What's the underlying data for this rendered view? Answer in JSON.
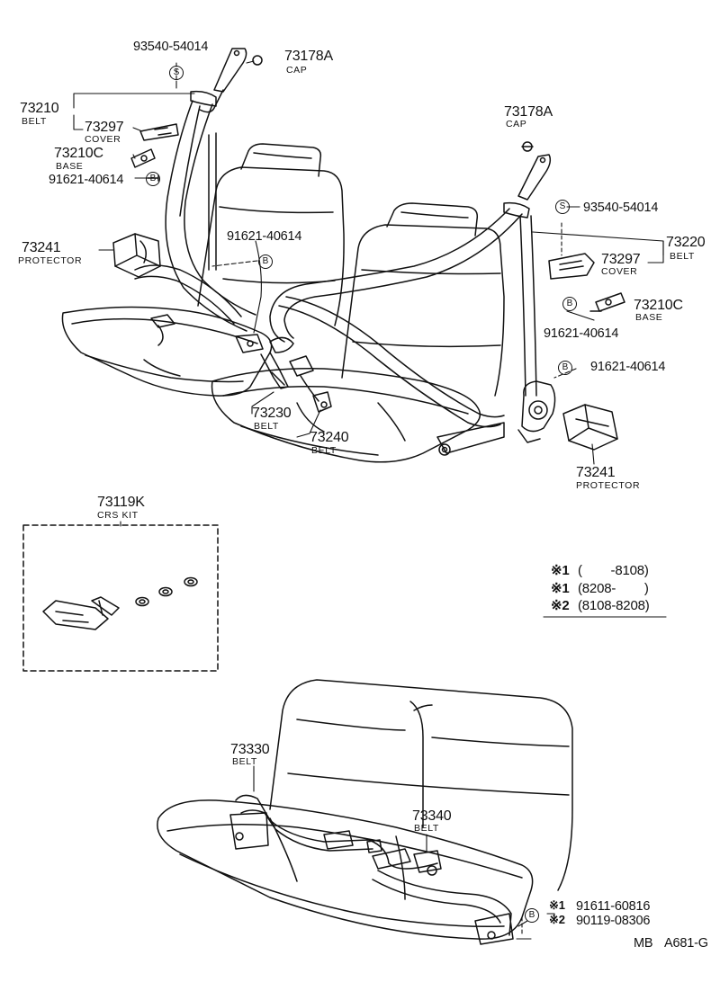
{
  "labels": {
    "p93540_top": "93540-54014",
    "p73178A_top": "73178A",
    "cap_top": "CAP",
    "p73210": "73210",
    "belt_73210": "BELT",
    "p73297_l": "73297",
    "cover_l": "COVER",
    "p73210C_l": "73210C",
    "base_l": "BASE",
    "p91621_l1": "91621-40614",
    "p91621_l2": "91621-40614",
    "p73241_l": "73241",
    "protector_l": "PROTECTOR",
    "p73178A_r": "73178A",
    "cap_r": "CAP",
    "p93540_r": "93540-54014",
    "p73220": "73220",
    "belt_73220": "BELT",
    "p73297_r": "73297",
    "cover_r": "COVER",
    "p73210C_r": "73210C",
    "base_r": "BASE",
    "p91621_r1": "91621-40614",
    "p91621_r2": "91621-40614",
    "p73230": "73230",
    "belt_73230": "BELT",
    "p73240": "73240",
    "belt_73240": "BELT",
    "p73241_r": "73241",
    "protector_r": "PROTECTOR",
    "p73119K": "73119K",
    "crs_kit": "CRS KIT",
    "p73330": "73330",
    "belt_73330": "BELT",
    "p73340": "73340",
    "belt_73340": "BELT",
    "p91611": "91611-60816",
    "p90119": "90119-08306",
    "note1_mark": "※1",
    "note1_text": "(        -8108)",
    "note2_mark": "※1",
    "note2_text": "(8208-        )",
    "note3_mark": "※2",
    "note3_text": "(8108-8208)",
    "mark_91611": "※1",
    "mark_90119": "※2",
    "code_a": "MB",
    "code_b": "A681-G",
    "sym_s": "S",
    "sym_b": "B"
  }
}
